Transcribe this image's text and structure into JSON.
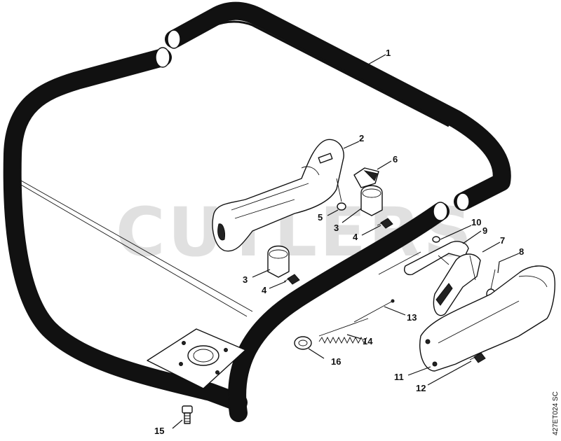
{
  "watermark": "CUTLERS",
  "reference_code": "427ET024 SC",
  "callouts": {
    "c1": "1",
    "c2": "2",
    "c3a": "3",
    "c3b": "3",
    "c4a": "4",
    "c4b": "4",
    "c5": "5",
    "c6": "6",
    "c7": "7",
    "c8": "8",
    "c9": "9",
    "c10": "10",
    "c11": "11",
    "c12": "12",
    "c13": "13",
    "c14": "14",
    "c15": "15",
    "c16": "16"
  }
}
